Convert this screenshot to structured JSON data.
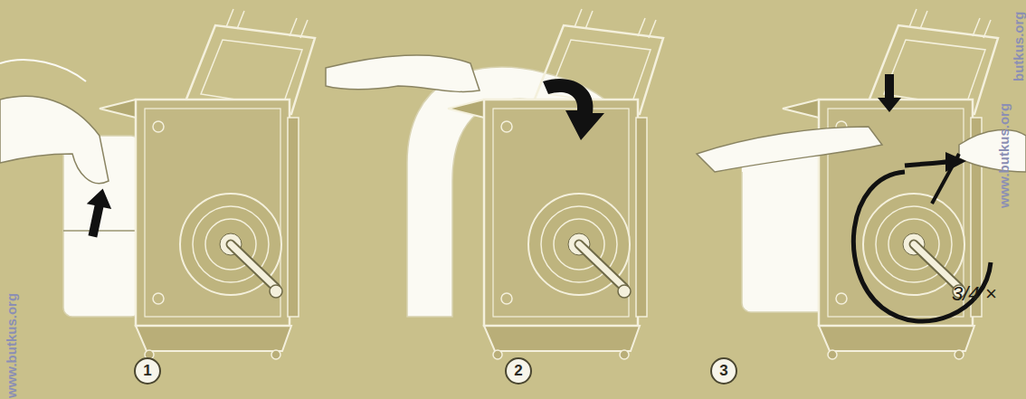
{
  "diagram": {
    "nodes": [
      {
        "text": [
          "1"
        ]
      },
      {
        "text": [
          "2"
        ]
      },
      {
        "text": [
          "3"
        ]
      }
    ],
    "labels": [
      "3/4 ×",
      "www.butkus.org",
      "butkus.org",
      "www.butkus.org"
    ]
  }
}
